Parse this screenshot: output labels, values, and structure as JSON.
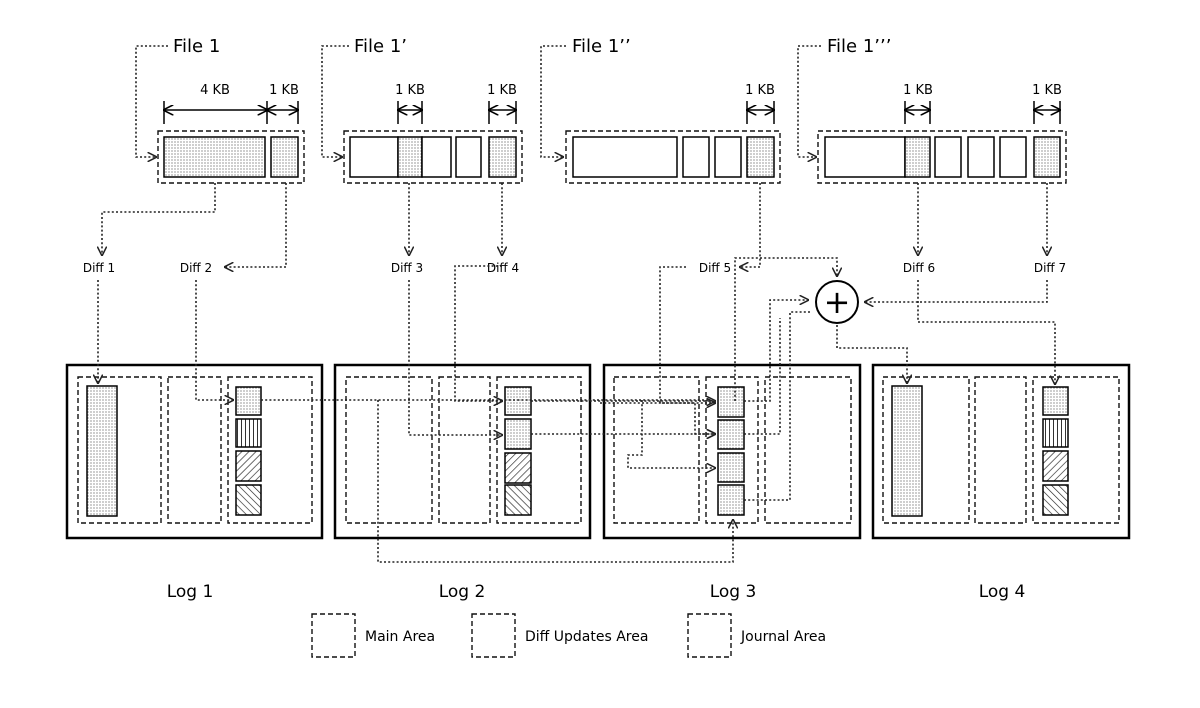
{
  "files": [
    {
      "label": "File 1",
      "sizes": [
        "4 KB",
        "1 KB"
      ]
    },
    {
      "label": "File 1’",
      "sizes": [
        "1 KB",
        "1 KB"
      ]
    },
    {
      "label": "File 1’’",
      "sizes": [
        "1 KB"
      ]
    },
    {
      "label": "File 1’’’",
      "sizes": [
        "1 KB",
        "1 KB"
      ]
    }
  ],
  "diffs": [
    "Diff 1",
    "Diff 2",
    "Diff 3",
    "Diff 4",
    "Diff 5",
    "Diff 6",
    "Diff 7"
  ],
  "combine_symbol": "+",
  "logs": [
    "Log 1",
    "Log 2",
    "Log 3",
    "Log 4"
  ],
  "legend": [
    "Main Area",
    "Diff Updates Area",
    "Journal Area"
  ]
}
